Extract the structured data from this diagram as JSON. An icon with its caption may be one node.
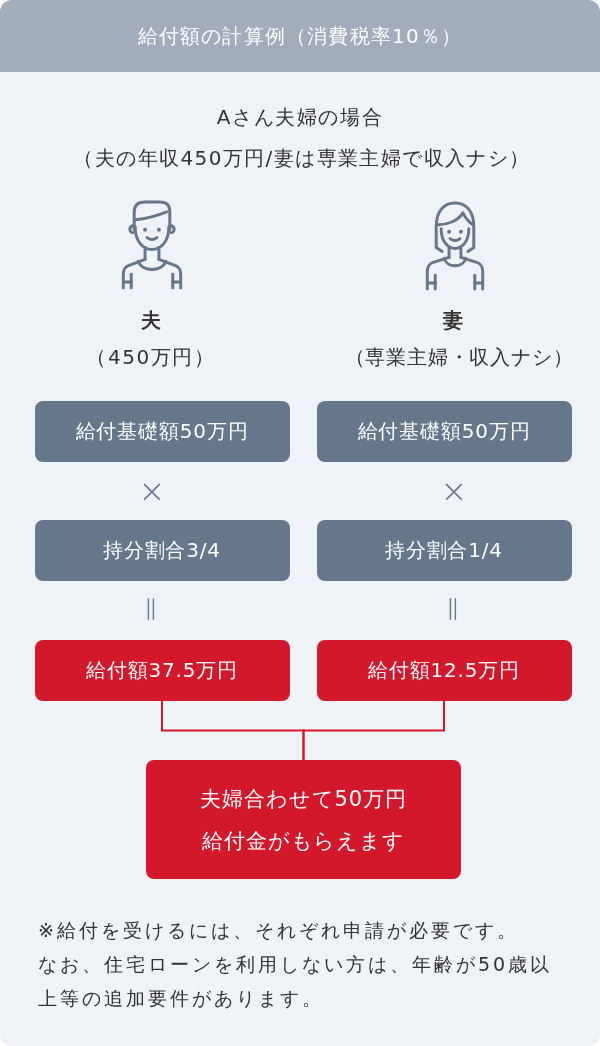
{
  "diagram": {
    "title": "給付額の計算例（消費税率10％）",
    "nodes": [
      {
        "text": [
          "給付基礎額50万円"
        ]
      },
      {
        "text": [
          "給付基礎額50万円"
        ]
      },
      {
        "text": [
          "持分割合3/4"
        ]
      },
      {
        "text": [
          "持分割合1/4"
        ]
      },
      {
        "text": [
          "給付額37.5万円"
        ]
      },
      {
        "text": [
          "給付額12.5万円"
        ]
      },
      {
        "text": [
          "夫婦合わせて50万円給付金がもらえます"
        ]
      }
    ],
    "edges": [
      {
        "from": 4,
        "to": 6,
        "arrow": "none"
      },
      {
        "from": 5,
        "to": 6,
        "arrow": "none"
      }
    ],
    "labels": [
      "Aさん夫婦の場合",
      "（夫の年収450万円/妻は専業主婦で収入ナシ）",
      "夫",
      "（450万円）",
      "妻",
      "（専業主婦・収入ナシ）",
      "×",
      "×",
      "=",
      "=",
      "※給付を受けるには、それぞれ申請が必要です。",
      "なお、住宅ローンを利用しない方は、年齢が50歳以上等の追加要件があります。"
    ]
  }
}
